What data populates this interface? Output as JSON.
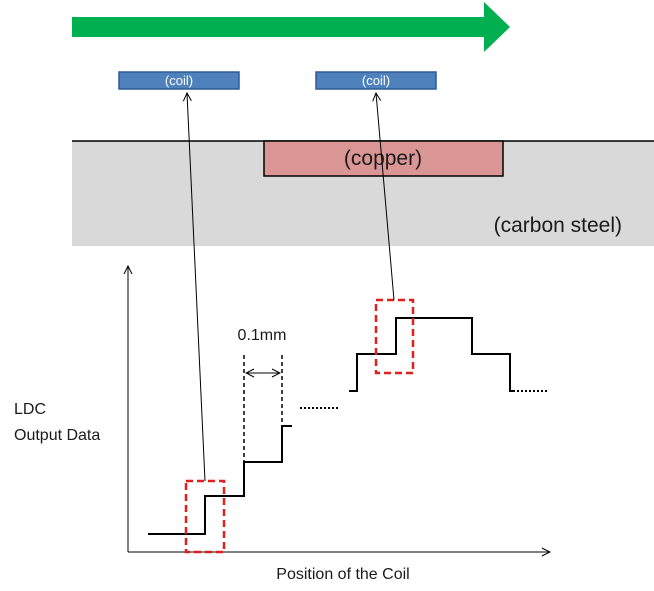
{
  "colors": {
    "arrow": "#00b050",
    "coil_fill": "#4f81bd",
    "coil_stroke": "#2e5b94",
    "copper_fill": "#da9694",
    "steel_fill": "#d9d9d9",
    "highlight": "#e0201f",
    "line": "#000000"
  },
  "icons": {
    "motion_arrow": "arrow-right-icon"
  },
  "coils": [
    {
      "label": "(coil)"
    },
    {
      "label": "(coil)"
    }
  ],
  "copper": {
    "label": "(copper)"
  },
  "steel": {
    "label": "(carbon steel)"
  },
  "plot": {
    "ylabel_lines": [
      "LDC",
      "Output Data"
    ],
    "xlabel": "Position of the Coil",
    "step_label": "0.1mm"
  }
}
